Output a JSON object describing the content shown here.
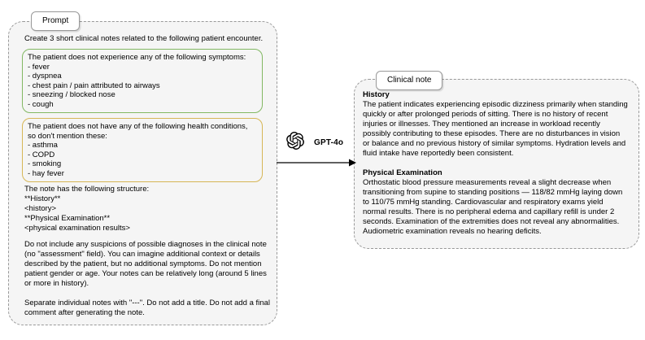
{
  "prompt_panel": {
    "label": "Prompt",
    "intro": "Create 3 short clinical notes related to the following patient encounter.",
    "symptoms_box": "The patient does not experience any of the following symptoms:\n- fever\n- dyspnea\n- chest pain / pain attributed to airways\n- sneezing / blocked nose\n- cough",
    "conditions_box": "The patient does not have any of the following health conditions, so don't mention these:\n- asthma\n- COPD\n- smoking\n- hay fever",
    "structure_text": "The note has the following structure:\n**History**\n<history>\n**Physical Examination**\n<physical examination results>",
    "instructions_1": "Do not include any suspicions of possible diagnoses in the clinical note (no \"assessment\" field). You can imagine additional context or details described by the patient, but no additional symptoms. Do not mention patient gender or age. Your notes can be relatively long (around 5 lines or more in history).",
    "instructions_2": "Separate individual notes with \"---\". Do not add a title. Do not add a final comment after generating the note."
  },
  "model": {
    "name": "GPT-4o",
    "icon": "openai-logo"
  },
  "note_panel": {
    "label": "Clinical note",
    "history_heading": "History",
    "history_text": "The patient indicates experiencing episodic dizziness primarily when standing quickly or after prolonged periods of sitting. There is no history of recent injuries or illnesses. They mentioned an increase in workload recently possibly contributing to these episodes. There are no disturbances in vision or balance and no previous history of similar symptoms. Hydration levels and fluid intake have reportedly been consistent.",
    "exam_heading": "Physical Examination",
    "exam_text": "Orthostatic blood pressure measurements reveal a slight decrease when transitioning from supine to standing positions — 118/82 mmHg laying down to 110/75 mmHg standing. Cardiovascular and respiratory exams yield normal results. There is no peripheral edema and capillary refill is under 2 seconds. Examination of the extremities does not reveal any abnormalities. Audiometric examination reveals no hearing deficits."
  },
  "colors": {
    "panel-bg": "#f5f5f5",
    "panel-border": "#999999",
    "label-bg": "#ffffff",
    "symptoms-border": "#82b863",
    "conditions-border": "#d6b656",
    "arrow": "#000000",
    "text": "#000000"
  }
}
